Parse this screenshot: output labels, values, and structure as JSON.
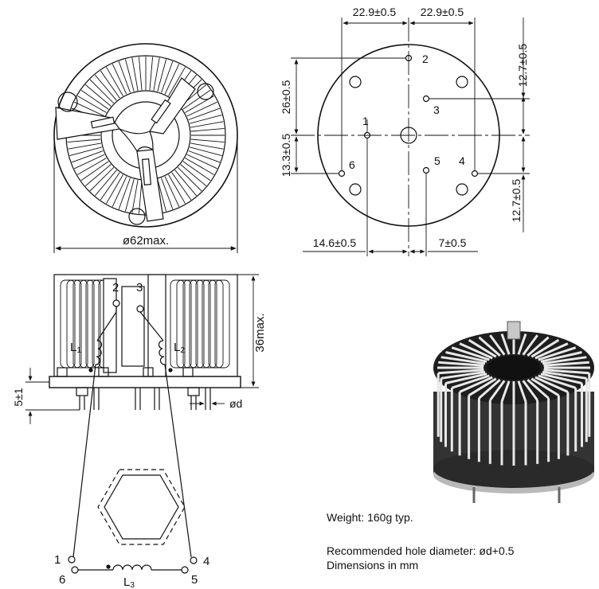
{
  "top_view": {
    "diameter_label": "ø62max."
  },
  "footprint": {
    "dim_x_left": "22.9±0.5",
    "dim_x_right": "22.9±0.5",
    "dim_y_upper": "26±0.5",
    "dim_y_lower": "13.3±0.5",
    "dim_y_right_top": "12.7±0.5",
    "dim_y_right_bottom": "12.7±0.5",
    "dim_bottom_left": "14.6±0.5",
    "dim_bottom_right": "7±0.5",
    "pins": [
      "1",
      "2",
      "3",
      "4",
      "5",
      "6"
    ]
  },
  "side_view": {
    "height_label": "36max.",
    "pin_length_label": "5±1",
    "pin_diameter_label": "ød"
  },
  "schematic": {
    "pins": [
      "1",
      "2",
      "3",
      "4",
      "5",
      "6"
    ],
    "inductor_l1": "L",
    "inductor_l1_sub": "1",
    "inductor_l2": "L",
    "inductor_l2_sub": "2",
    "inductor_l3": "L",
    "inductor_l3_sub": "3"
  },
  "notes": {
    "weight": "Weight: 160g typ.",
    "hole": "Recommended hole diameter: ød+0.5",
    "units": "Dimensions in mm"
  }
}
